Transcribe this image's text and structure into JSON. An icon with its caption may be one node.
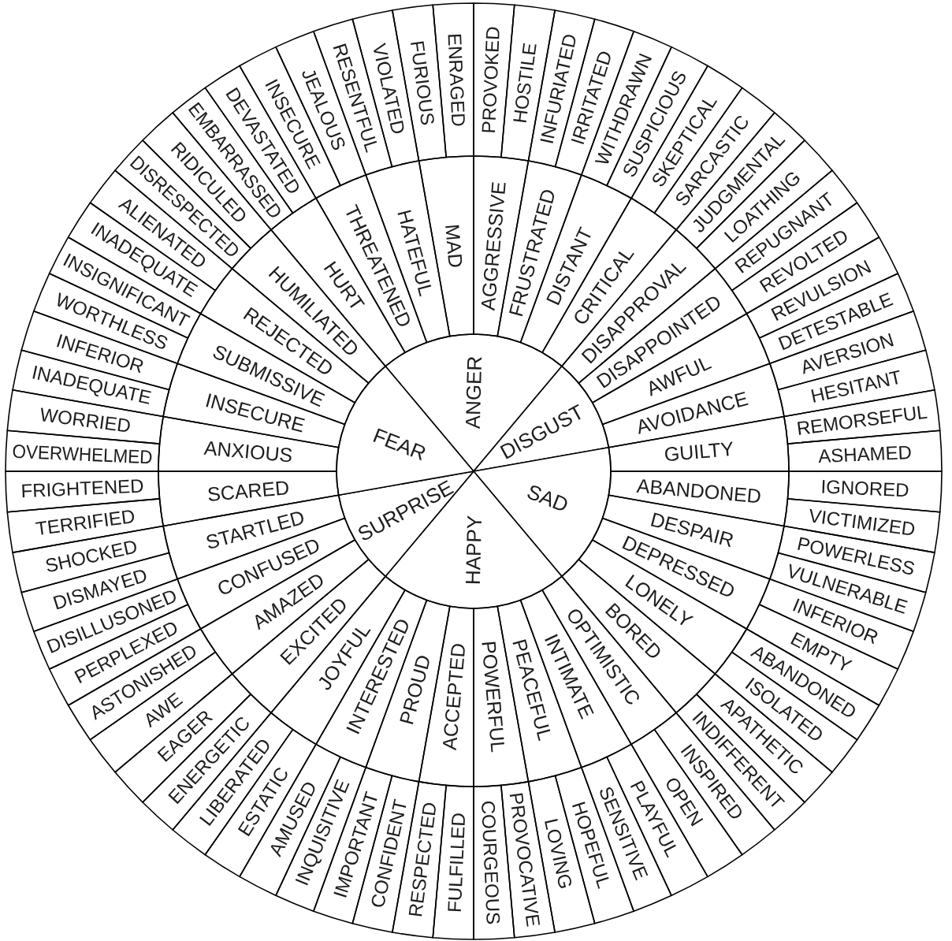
{
  "diagram": {
    "nodes": [
      {
        "text": [
          "ANGER"
        ]
      },
      {
        "text": [
          "DISGUST"
        ]
      },
      {
        "text": [
          "SAD"
        ]
      },
      {
        "text": [
          "HAPPY"
        ]
      },
      {
        "text": [
          "SURPRISE"
        ]
      },
      {
        "text": [
          "FEAR"
        ]
      },
      {
        "text": [
          "HURT"
        ]
      },
      {
        "text": [
          "THREATENED"
        ]
      },
      {
        "text": [
          "HATEFUL"
        ]
      },
      {
        "text": [
          "MAD"
        ]
      },
      {
        "text": [
          "AGGRESSIVE"
        ]
      },
      {
        "text": [
          "FRUSTRATED"
        ]
      },
      {
        "text": [
          "DISTANT"
        ]
      },
      {
        "text": [
          "CRITICAL"
        ]
      },
      {
        "text": [
          "DISAPPROVAL"
        ]
      },
      {
        "text": [
          "DISAPPOINTED"
        ]
      },
      {
        "text": [
          "AWFUL"
        ]
      },
      {
        "text": [
          "AVOIDANCE"
        ]
      },
      {
        "text": [
          "GUILTY"
        ]
      },
      {
        "text": [
          "ABANDONED"
        ]
      },
      {
        "text": [
          "DESPAIR"
        ]
      },
      {
        "text": [
          "DEPRESSED"
        ]
      },
      {
        "text": [
          "LONELY"
        ]
      },
      {
        "text": [
          "BORED"
        ]
      },
      {
        "text": [
          "OPTIMISTIC"
        ]
      },
      {
        "text": [
          "INTIMATE"
        ]
      },
      {
        "text": [
          "PEACEFUL"
        ]
      },
      {
        "text": [
          "POWERFUL"
        ]
      },
      {
        "text": [
          "ACCEPTED"
        ]
      },
      {
        "text": [
          "PROUD"
        ]
      },
      {
        "text": [
          "INTERESTED"
        ]
      },
      {
        "text": [
          "JOYFUL"
        ]
      },
      {
        "text": [
          "EXCITED"
        ]
      },
      {
        "text": [
          "AMAZED"
        ]
      },
      {
        "text": [
          "CONFUSED"
        ]
      },
      {
        "text": [
          "STARTLED"
        ]
      },
      {
        "text": [
          "SCARED"
        ]
      },
      {
        "text": [
          "ANXIOUS"
        ]
      },
      {
        "text": [
          "INSECURE"
        ]
      },
      {
        "text": [
          "SUBMISSIVE"
        ]
      },
      {
        "text": [
          "REJECTED"
        ]
      },
      {
        "text": [
          "HUMILIATED"
        ]
      },
      {
        "text": [
          "EMBARRASSED"
        ]
      },
      {
        "text": [
          "DEVASTATED"
        ]
      },
      {
        "text": [
          "INSECURE"
        ]
      },
      {
        "text": [
          "JEALOUS"
        ]
      },
      {
        "text": [
          "RESENTFUL"
        ]
      },
      {
        "text": [
          "VIOLATED"
        ]
      },
      {
        "text": [
          "FURIOUS"
        ]
      },
      {
        "text": [
          "ENRAGED"
        ]
      },
      {
        "text": [
          "PROVOKED"
        ]
      },
      {
        "text": [
          "HOSTILE"
        ]
      },
      {
        "text": [
          "INFURIATED"
        ]
      },
      {
        "text": [
          "IRRITATED"
        ]
      },
      {
        "text": [
          "WITHDRAWN"
        ]
      },
      {
        "text": [
          "SUSPICIOUS"
        ]
      },
      {
        "text": [
          "SKEPTICAL"
        ]
      },
      {
        "text": [
          "SARCASTIC"
        ]
      },
      {
        "text": [
          "JUDGMENTAL"
        ]
      },
      {
        "text": [
          "LOATHING"
        ]
      },
      {
        "text": [
          "REPUGNANT"
        ]
      },
      {
        "text": [
          "REVOLTED"
        ]
      },
      {
        "text": [
          "REVULSION"
        ]
      },
      {
        "text": [
          "DETESTABLE"
        ]
      },
      {
        "text": [
          "AVERSION"
        ]
      },
      {
        "text": [
          "HESITANT"
        ]
      },
      {
        "text": [
          "REMORSEFUL"
        ]
      },
      {
        "text": [
          "ASHAMED"
        ]
      },
      {
        "text": [
          "IGNORED"
        ]
      },
      {
        "text": [
          "VICTIMIZED"
        ]
      },
      {
        "text": [
          "POWERLESS"
        ]
      },
      {
        "text": [
          "VULNERABLE"
        ]
      },
      {
        "text": [
          "INFERIOR"
        ]
      },
      {
        "text": [
          "EMPTY"
        ]
      },
      {
        "text": [
          "ABANDONED"
        ]
      },
      {
        "text": [
          "ISOLATED"
        ]
      },
      {
        "text": [
          "APATHETIC"
        ]
      },
      {
        "text": [
          "INDIFFERENT"
        ]
      },
      {
        "text": [
          "INSPIRED"
        ]
      },
      {
        "text": [
          "OPEN"
        ]
      },
      {
        "text": [
          "PLAYFUL"
        ]
      },
      {
        "text": [
          "SENSITIVE"
        ]
      },
      {
        "text": [
          "HOPEFUL"
        ]
      },
      {
        "text": [
          "LOVING"
        ]
      },
      {
        "text": [
          "PROVOCATIVE"
        ]
      },
      {
        "text": [
          "COURGEOUS"
        ]
      },
      {
        "text": [
          "FULFILLED"
        ]
      },
      {
        "text": [
          "RESPECTED"
        ]
      },
      {
        "text": [
          "CONFIDENT"
        ]
      },
      {
        "text": [
          "IMPORTANT"
        ]
      },
      {
        "text": [
          "INQUISITIVE"
        ]
      },
      {
        "text": [
          "AMUSED"
        ]
      },
      {
        "text": [
          "ESTATIC"
        ]
      },
      {
        "text": [
          "LIBERATED"
        ]
      },
      {
        "text": [
          "ENERGETIC"
        ]
      },
      {
        "text": [
          "EAGER"
        ]
      },
      {
        "text": [
          "AWE"
        ]
      },
      {
        "text": [
          "ASTONISHED"
        ]
      },
      {
        "text": [
          "PERPLEXED"
        ]
      },
      {
        "text": [
          "DISILLUSONED"
        ]
      },
      {
        "text": [
          "DISMAYED"
        ]
      },
      {
        "text": [
          "SHOCKED"
        ]
      },
      {
        "text": [
          "TERRIFIED"
        ]
      },
      {
        "text": [
          "FRIGHTENED"
        ]
      },
      {
        "text": [
          "OVERWHELMED"
        ]
      },
      {
        "text": [
          "WORRIED"
        ]
      },
      {
        "text": [
          "INADEQUATE"
        ]
      },
      {
        "text": [
          "INFERIOR"
        ]
      },
      {
        "text": [
          "WORTHLESS"
        ]
      },
      {
        "text": [
          "INSIGNIFICANT"
        ]
      },
      {
        "text": [
          "INADEQUATE"
        ]
      },
      {
        "text": [
          "ALIENATED"
        ]
      },
      {
        "text": [
          "DISRESPECTED"
        ]
      },
      {
        "text": [
          "RIDICULED"
        ]
      }
    ]
  }
}
